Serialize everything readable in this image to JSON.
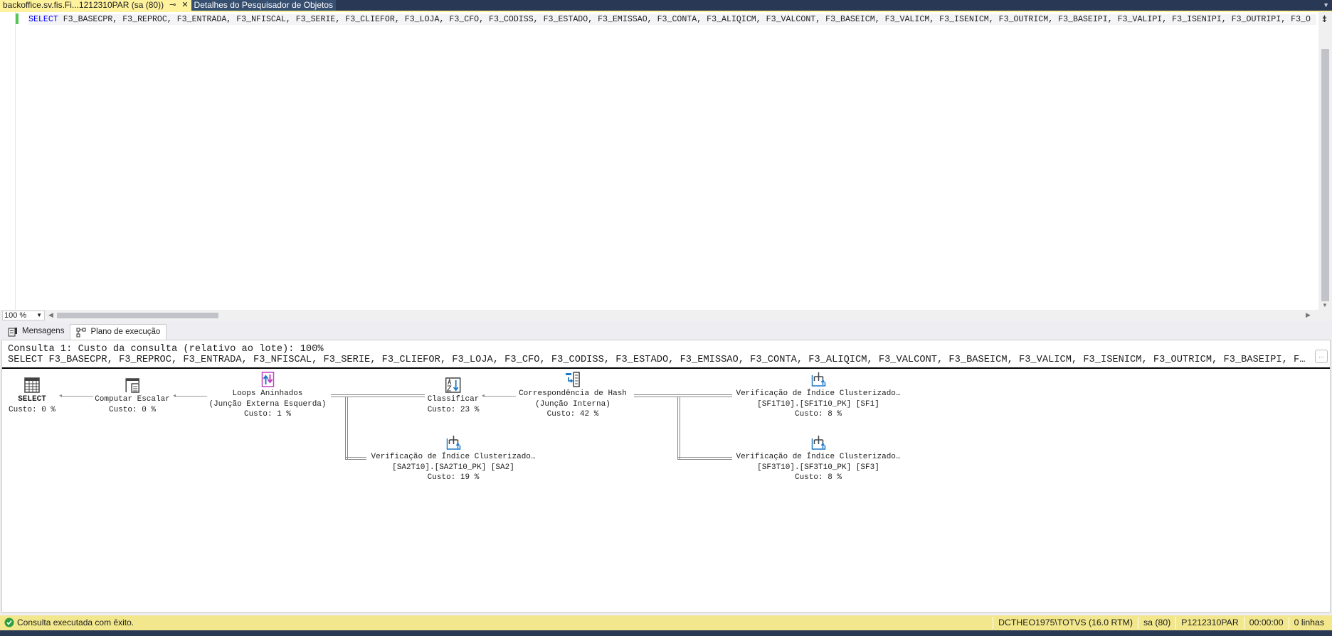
{
  "tabs": [
    {
      "label": "backoffice.sv.fis.Fi...1212310PAR (sa (80))",
      "pin": "⊸",
      "close": "✕"
    },
    {
      "label": "Detalhes do Pesquisador de Objetos"
    }
  ],
  "editor": {
    "keyword": "SELECT",
    "query_rest": " F3_BASECPR, F3_REPROC, F3_ENTRADA, F3_NFISCAL, F3_SERIE, F3_CLIEFOR, F3_LOJA, F3_CFO, F3_CODISS, F3_ESTADO, F3_EMISSAO, F3_CONTA, F3_ALIQICM, F3_VALCONT, F3_BASEICM, F3_VALICM, F3_ISENICM, F3_OUTRICM, F3_BASEIPI, F3_VALIPI, F3_ISENIPI, F3_OUTRIPI, F3_O"
  },
  "zoom": "100 %",
  "result_tabs": [
    {
      "label": "Mensagens"
    },
    {
      "label": "Plano de execução",
      "active": true
    }
  ],
  "plan": {
    "header": "Consulta 1: Custo da consulta (relativo ao lote): 100%",
    "query": "SELECT F3_BASECPR, F3_REPROC, F3_ENTRADA, F3_NFISCAL, F3_SERIE, F3_CLIEFOR, F3_LOJA, F3_CFO, F3_CODISS, F3_ESTADO, F3_EMISSAO, F3_CONTA, F3_ALIQICM, F3_VALCONT, F3_BASEICM, F3_VALICM, F3_ISENICM, F3_OUTRICM, F3_BASEIPI, F…",
    "more": "...",
    "nodes": {
      "select": {
        "name": "SELECT",
        "cost": "Custo: 0 %"
      },
      "compute": {
        "name": "Computar Escalar",
        "cost": "Custo: 0 %"
      },
      "loops": {
        "name": "Loops Aninhados",
        "detail": "(Junção Externa Esquerda)",
        "cost": "Custo: 1 %"
      },
      "sort": {
        "name": "Classificar",
        "cost": "Custo: 23 %"
      },
      "hash": {
        "name": "Correspondência de Hash",
        "detail": "(Junção Interna)",
        "cost": "Custo: 42 %"
      },
      "sf1": {
        "name": "Verificação de Índice Clusterizado…",
        "detail": "[SF1T10].[SF1T10_PK] [SF1]",
        "cost": "Custo: 8 %"
      },
      "sa2": {
        "name": "Verificação de Índice Clusterizado…",
        "detail": "[SA2T10].[SA2T10_PK] [SA2]",
        "cost": "Custo: 19 %"
      },
      "sf3": {
        "name": "Verificação de Índice Clusterizado…",
        "detail": "[SF3T10].[SF3T10_PK] [SF3]",
        "cost": "Custo: 8 %"
      }
    }
  },
  "status": {
    "message": "Consulta executada com êxito.",
    "server": "DCTHEO1975\\TOTVS (16.0 RTM)",
    "user": "sa (80)",
    "database": "P1212310PAR",
    "elapsed": "00:00:00",
    "rows": "0 linhas"
  }
}
